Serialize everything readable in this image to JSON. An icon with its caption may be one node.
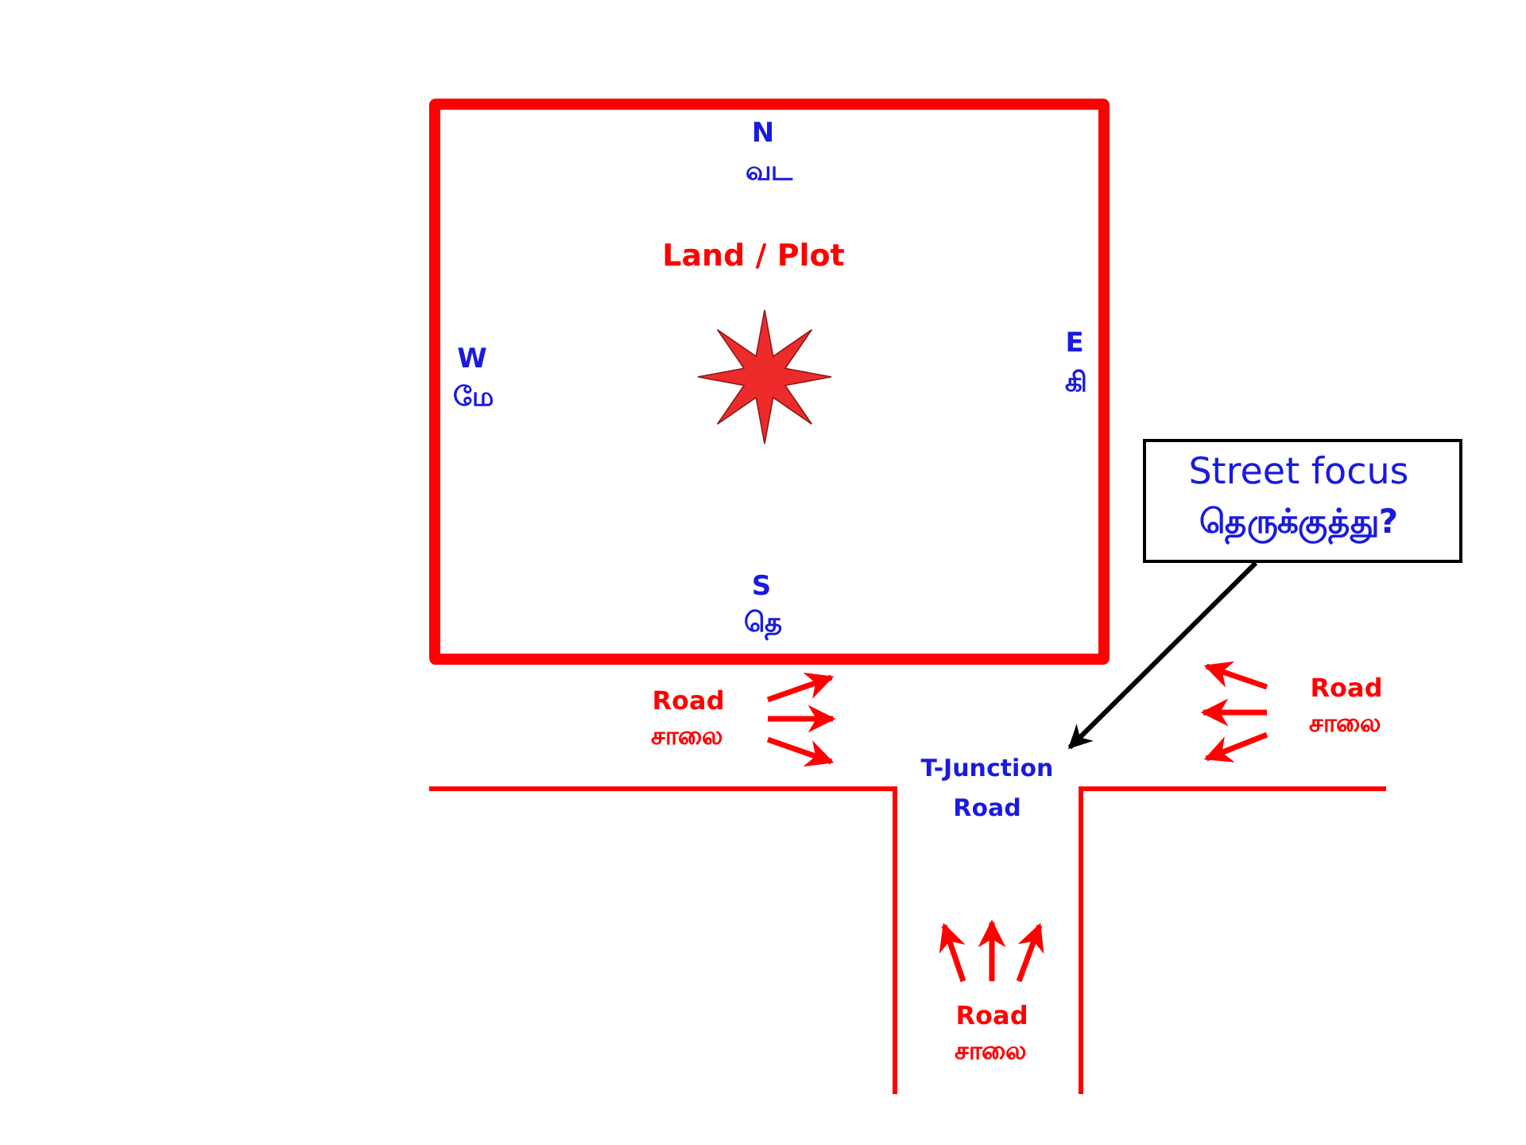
{
  "diagram": {
    "nodes": [
      {
        "text": [
          "Land / Plot"
        ]
      },
      {
        "text": [
          "Street focus",
          "தெருக்குத்து?"
        ]
      },
      {
        "text": [
          "T-Junction Road"
        ]
      }
    ],
    "edges": [
      {
        "from": 1,
        "to": 2,
        "arrow": "to"
      }
    ],
    "labels": [
      "N",
      "வட",
      "W",
      "மே",
      "E",
      "கி",
      "S",
      "தெ",
      "Road",
      "சாலை",
      "Road",
      "சாலை",
      "Road",
      "சாலை"
    ]
  }
}
